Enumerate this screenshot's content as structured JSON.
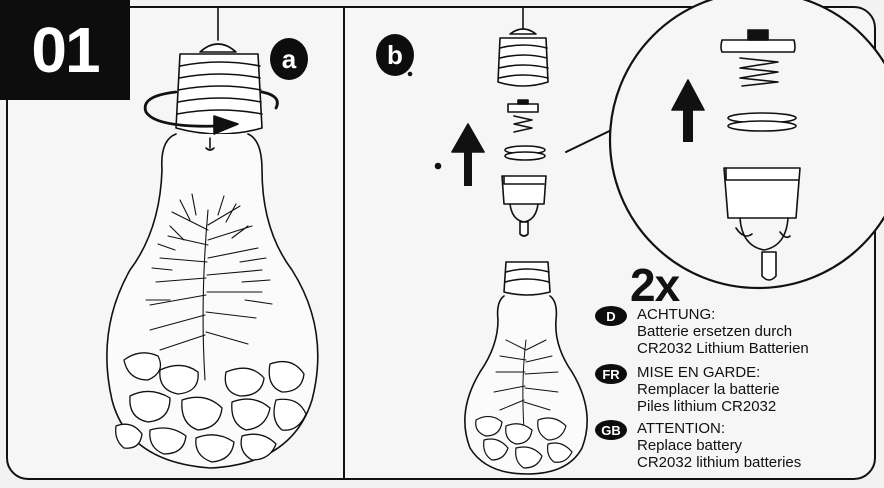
{
  "step": {
    "number": "01"
  },
  "panels": [
    {
      "tag": "a"
    },
    {
      "tag": "b"
    }
  ],
  "quantity": "2x",
  "warnings": [
    {
      "code": "D",
      "lines": [
        "ACHTUNG:",
        "Batterie ersetzen durch",
        "CR2032 Lithium Batterien"
      ]
    },
    {
      "code": "FR",
      "lines": [
        "MISE EN GARDE:",
        "Remplacer la batterie",
        "Piles lithium CR2032"
      ]
    },
    {
      "code": "GB",
      "lines": [
        "ATTENTION:",
        "Replace battery",
        "CR2032 lithium batteries"
      ]
    }
  ]
}
